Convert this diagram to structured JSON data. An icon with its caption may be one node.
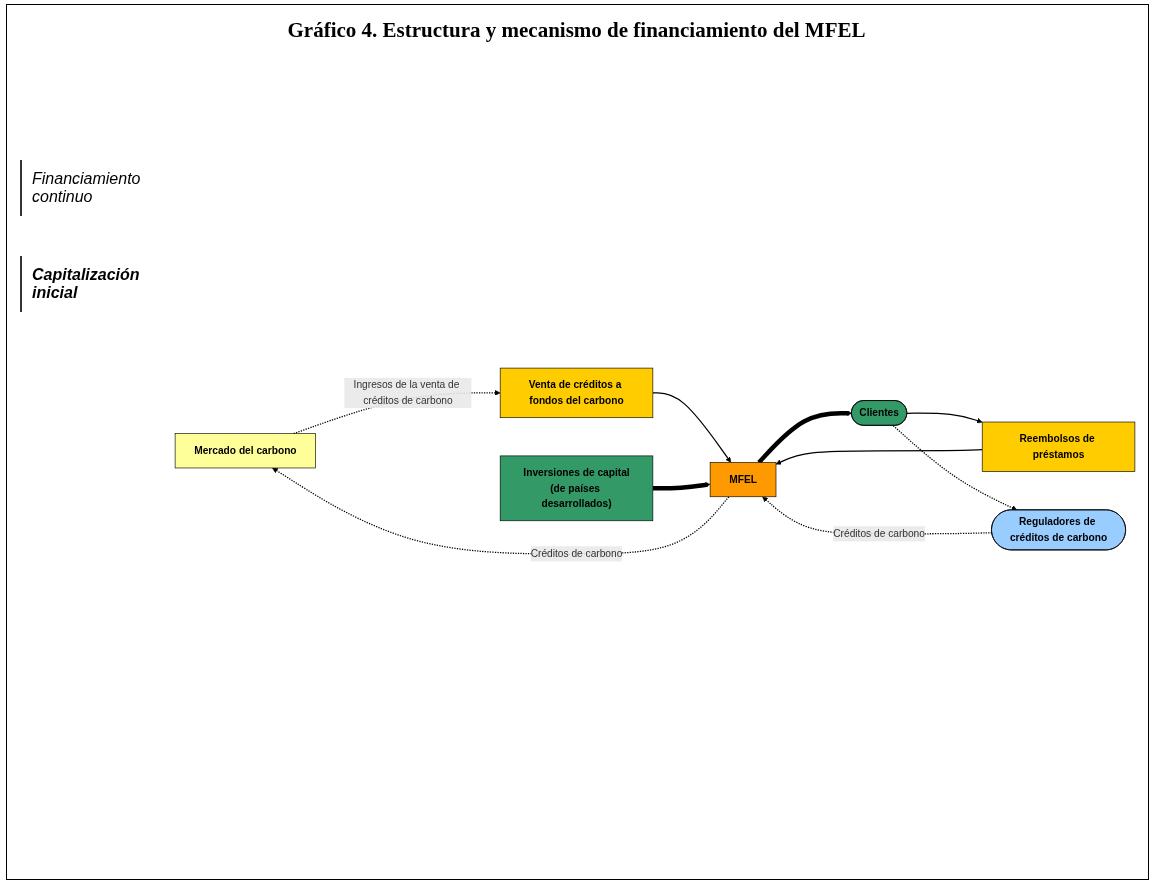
{
  "diagram": {
    "title": "Gráfico 4. Estructura y mecanismo de financiamiento del MFEL",
    "nodes": [
      {
        "text": [
          "Mercado del carbono"
        ]
      },
      {
        "text": [
          "Venta de créditos a fondos del carbono"
        ]
      },
      {
        "text": [
          "Reembolsos de préstamos"
        ]
      },
      {
        "text": [
          "Inversiones de capital",
          "(de países desarrollados)"
        ]
      },
      {
        "text": [
          "MFEL"
        ]
      },
      {
        "text": [
          "Clientes"
        ]
      },
      {
        "text": [
          "Reguladores de créditos de carbono"
        ]
      }
    ],
    "edges": [
      {
        "from": 0,
        "to": 1,
        "arrow": "to",
        "style": "dashed",
        "label": "Ingresos de la venta de créditos de carbono"
      },
      {
        "from": 4,
        "to": 0,
        "arrow": "to",
        "style": "dashed",
        "label": "Créditos de carbono"
      },
      {
        "from": 1,
        "to": 4,
        "arrow": "to"
      },
      {
        "from": 2,
        "to": 4,
        "arrow": "to"
      },
      {
        "from": 3,
        "to": 4,
        "arrow": "to",
        "style": "thick"
      },
      {
        "from": 4,
        "to": 5,
        "arrow": "to",
        "style": "thick"
      },
      {
        "from": 5,
        "to": 2,
        "arrow": "to"
      },
      {
        "from": 5,
        "to": 6,
        "arrow": "to",
        "style": "dashed"
      },
      {
        "from": 6,
        "to": 4,
        "arrow": "to",
        "style": "dashed",
        "label": "Créditos de carbono"
      }
    ],
    "labels": [
      "Financiamiento continuo",
      "Capitalización inicial"
    ]
  }
}
